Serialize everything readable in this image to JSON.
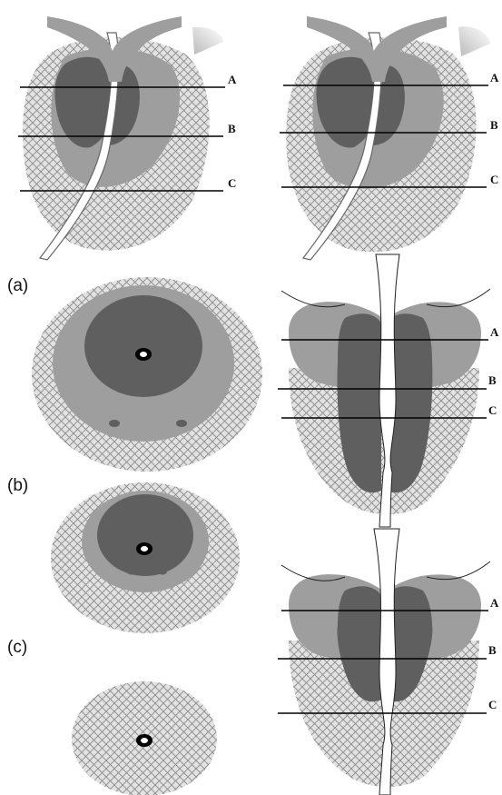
{
  "figure": {
    "panel_labels": [
      "(a)",
      "(b)",
      "(c)"
    ],
    "section_labels": [
      "A",
      "B",
      "C"
    ]
  },
  "colors": {
    "background": "#ffffff",
    "outer_zone_hatch": "#b4b4b4",
    "transition_zone": "#9e9e9e",
    "central_zone": "#5f5f5f",
    "outline": "#000000"
  }
}
